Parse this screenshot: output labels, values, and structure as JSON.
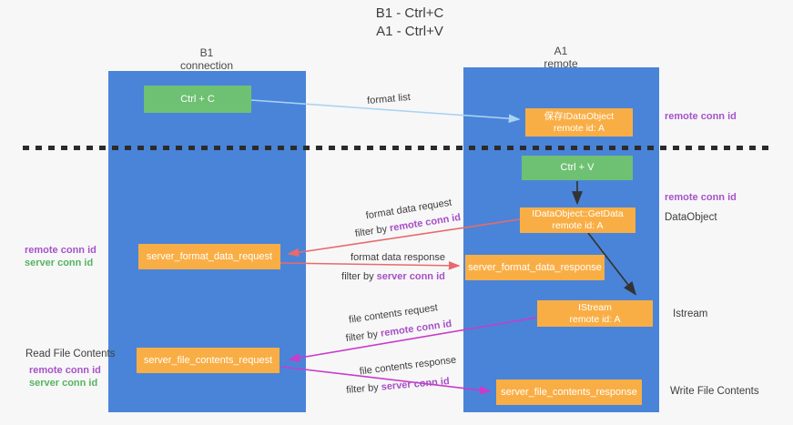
{
  "title": {
    "line1": "B1 - Ctrl+C",
    "line2": "A1 - Ctrl+V"
  },
  "lanes": {
    "left": {
      "header_line1": "B1",
      "header_line2": "connection"
    },
    "right": {
      "header_line1": "A1",
      "header_line2": "remote"
    }
  },
  "boxes": {
    "ctrl_c": "Ctrl + C",
    "save_idataobject": {
      "line1": "保存IDataObject",
      "line2": "remote id: A"
    },
    "ctrl_v": "Ctrl + V",
    "getdata": {
      "line1": "IDataObject::GetData",
      "line2": "remote id: A"
    },
    "server_format_data_request": "server_format_data_request",
    "server_format_data_response": "server_format_data_response",
    "istream": {
      "line1": "IStream",
      "line2": "remote id: A"
    },
    "server_file_contents_request": "server_file_contents_request",
    "server_file_contents_response": "server_file_contents_response"
  },
  "annotations": {
    "right_remote_conn_id_top": "remote conn id",
    "right_remote_conn_id_mid": "remote conn id",
    "dataobject": "DataObject",
    "istream": "Istream",
    "write_file_contents": "Write File Contents",
    "left_remote_conn_id_top": "remote conn id",
    "left_server_conn_id_top": "server conn id",
    "read_file_contents": "Read File Contents",
    "left_remote_conn_id_bottom": "remote conn id",
    "left_server_conn_id_bottom": "server conn id"
  },
  "arrow_labels": {
    "format_list": "format list",
    "format_data_request": "format data request",
    "filter_prefix": "filter by",
    "filter_remote": "remote conn id",
    "format_data_response": "format data response",
    "filter_server": "server conn id",
    "file_contents_request": "file contents request",
    "file_contents_response": "file contents response"
  },
  "colors": {
    "lane_blue": "#4a84d8",
    "box_orange": "#f9ae45",
    "box_green": "#6ec173",
    "arrow_light_blue": "#a9d3f1",
    "arrow_red": "#e96a6a",
    "arrow_magenta": "#ca3bc9",
    "arrow_black": "#333333",
    "label_purple": "#a653c8",
    "label_green": "#55b45f"
  }
}
